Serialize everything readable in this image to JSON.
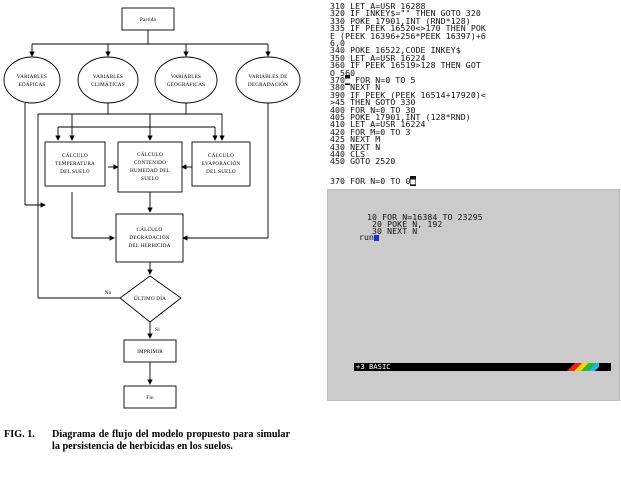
{
  "flowchart": {
    "start": "Partida",
    "variables": [
      [
        "VARIABLES",
        "EDÁFICAS"
      ],
      [
        "VARIABLES",
        "CLIMÁTICAS"
      ],
      [
        "VARIABLES",
        "GEOGRÁFICAS"
      ],
      [
        "VARIABLES DE",
        "DEGRADACIÓN"
      ]
    ],
    "calc_temp": [
      "CÁLCULO",
      "TEMPERATURA",
      "DEL SUELO"
    ],
    "calc_hum": [
      "CÁLCULO",
      "CONTENIDO",
      "HUMEDAD DEL",
      "SUELO"
    ],
    "calc_evap": [
      "CÁLCULO",
      "EVAPORACIÓN",
      "DEL SUELO"
    ],
    "calc_degr": [
      "CÁLCULO",
      "DEGRADACIÓN",
      "DEL HERBICIDA"
    ],
    "decision": "ÚLTIMO DÍA",
    "no_label": "No",
    "si_label": "Si",
    "print": "IMPRIMIR",
    "end": "Fin"
  },
  "caption": {
    "fig": "FIG. 1.",
    "text": "Diagrama de flujo del modelo propuesto para simular la persistencia de herbicidas en los suelos."
  },
  "listing": [
    "310 LET A=USR 16288",
    "320 IF INKEY$=\"\" THEN GOTO 320",
    "330 POKE 17901,INT (RND*128)",
    "335 IF PEEK 16520<>170 THEN POK",
    "E (PEEK 16396+256*PEEK 16397)+6",
    "6,0",
    "340 POKE 16522,CODE INKEY$",
    "350 LET A=USR 16224",
    "360 IF PEEK 16519>128 THEN GOT",
    "O 560",
    "370 FOR N=0 TO 5",
    "380 NEXT N",
    "390 IF PEEK (PEEK 16514+17920)<",
    ">45 THEN GOTO 330",
    "400 FOR N=0 TO 30",
    "405 POKE 17901,INT (128*RND)",
    "410 LET A=USR 16224",
    "420 FOR M=0 TO 3",
    "425 NEXT M",
    "430 NEXT N",
    "440 CLS",
    "450 GOTO 2520",
    "",
    "370 FOR N=0 TO 0"
  ],
  "screen": {
    "lines": [
      "10 FOR N=16384 TO 23295",
      " 20 POKE N, 192",
      " 30 NEXT N"
    ],
    "prompt": "run",
    "status": "+3 BASIC",
    "stripe_colors": [
      "#e8231d",
      "#f5d20a",
      "#2dbd35",
      "#1fb6e8"
    ]
  }
}
